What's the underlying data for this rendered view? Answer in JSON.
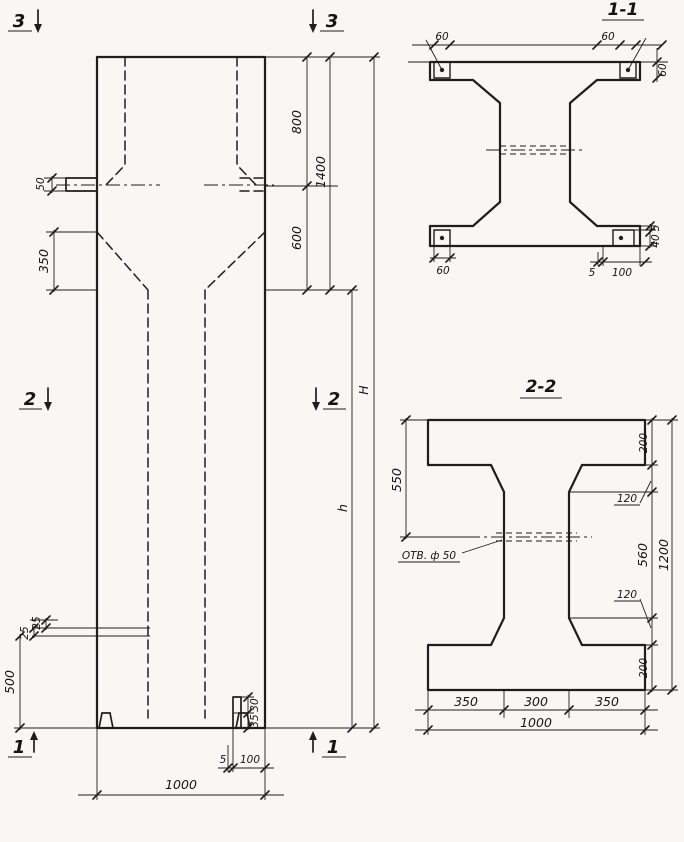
{
  "elevation": {
    "markers": {
      "m3l": "3",
      "m3r": "3",
      "m2l": "2",
      "m2r": "2",
      "m1l": "1",
      "m1r": "1"
    },
    "dims": {
      "d50": "50",
      "d350": "350",
      "d800": "800",
      "d1400": "1400",
      "d600": "600",
      "dH": "H",
      "dh": "h",
      "d25a": "25",
      "d25b": "25",
      "d500": "500",
      "d30": "30",
      "d35": "35",
      "d5": "5",
      "d100": "100",
      "d1000": "1000"
    }
  },
  "section11": {
    "title": "1-1",
    "dims": {
      "d60a": "60",
      "d60b": "60",
      "d60c": "60",
      "d60d": "60",
      "d5b": "5",
      "d100b": "100",
      "d5r": "5",
      "d40r": "40"
    }
  },
  "section22": {
    "title": "2-2",
    "hole_label": "ОТВ. ф 50",
    "dims": {
      "d550": "550",
      "d200t": "200",
      "d120t": "120",
      "d560": "560",
      "d120b": "120",
      "d200b": "200",
      "d1200": "1200",
      "d350a": "350",
      "d300": "300",
      "d350b": "350",
      "d1000": "1000"
    }
  }
}
